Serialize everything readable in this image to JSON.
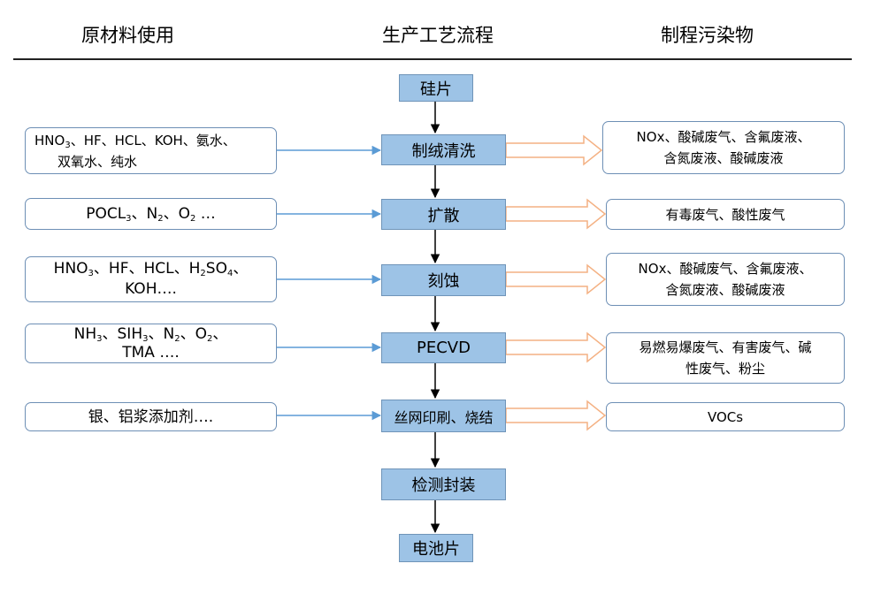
{
  "headers": {
    "materials": "原材料使用",
    "process": "生产工艺流程",
    "pollutants": "制程污染物"
  },
  "steps": {
    "wafer": "硅片",
    "texturing": "制绒清洗",
    "diffusion": "扩散",
    "etching": "刻蚀",
    "pecvd": "PECVD",
    "printing": "丝网印刷、烧结",
    "testing": "检测封装",
    "cell": "电池片"
  },
  "materials": {
    "texturing": {
      "hno3": "HNO",
      "hno3_sub": "3",
      "rest1": "、HF、HCL、KOH、氨水、",
      "line2": "双氧水、纯水"
    },
    "diffusion": {
      "a": "POCL",
      "a_sub": "3",
      "b": "、N",
      "b_sub": "2",
      "c": "、O",
      "c_sub": "2",
      "d": " …"
    },
    "etching": {
      "a": "HNO",
      "a_sub": "3",
      "b": "、HF、HCL、H",
      "b_sub": "2",
      "c": "SO",
      "c_sub": "4",
      "d": "、",
      "line2": "KOH…."
    },
    "pecvd": {
      "a": "NH",
      "a_sub": "3",
      "b": "、SIH",
      "b_sub": "3",
      "c": "、N",
      "c_sub": "2",
      "d": "、O",
      "d_sub": "2",
      "e": "、",
      "line2": "TMA …."
    },
    "printing": "银、铝浆添加剂…."
  },
  "pollutants": {
    "texturing": {
      "line1": "NOx、酸碱废气、含氟废液、",
      "line2": "含氮废液、酸碱废液"
    },
    "diffusion": "有毒废气、酸性废气",
    "etching": {
      "line1": "NOx、酸碱废气、含氟废液、",
      "line2": "含氮废液、酸碱废液"
    },
    "pecvd": {
      "line1": "易燃易爆废气、有害废气、碱",
      "line2": "性废气、粉尘"
    },
    "printing": "VOCs"
  },
  "colors": {
    "step_fill": "#9dc3e6",
    "blue_arrow": "#5b9bd5",
    "orange_arrow": "#f4b183",
    "box_border": "#6d8fb5"
  }
}
